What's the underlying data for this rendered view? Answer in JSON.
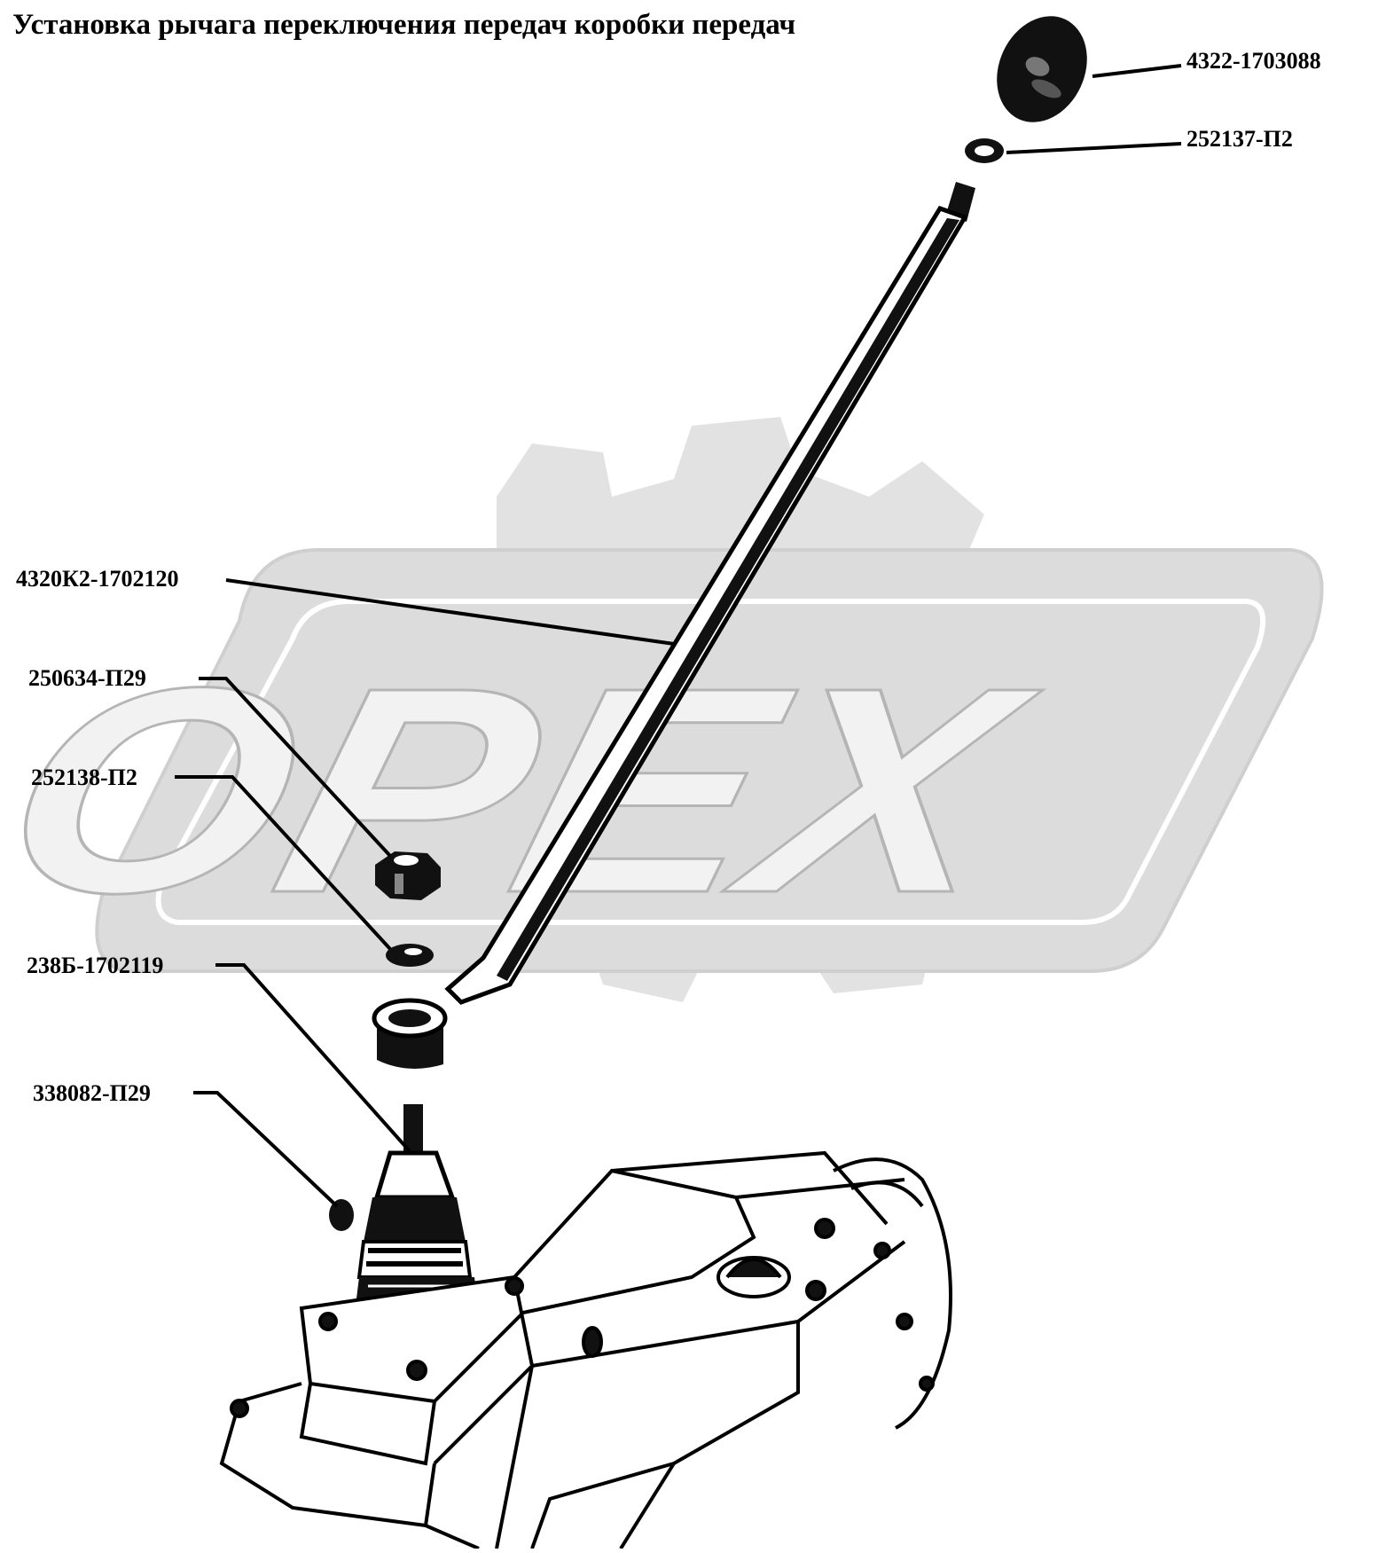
{
  "title": "Установка рычага переключения передач коробки передач",
  "watermark": {
    "text": "OPEX",
    "color": "#d9d9d9"
  },
  "parts": [
    {
      "id": "knob",
      "label": "4322-1703088"
    },
    {
      "id": "washer_top",
      "label": "252137-П2"
    },
    {
      "id": "lever",
      "label": "4320К2-1702120"
    },
    {
      "id": "nut",
      "label": "250634-П29"
    },
    {
      "id": "washer_bottom",
      "label": "252138-П2"
    },
    {
      "id": "lever_shaft",
      "label": "238Б-1702119"
    },
    {
      "id": "key",
      "label": "338082-П29"
    }
  ]
}
